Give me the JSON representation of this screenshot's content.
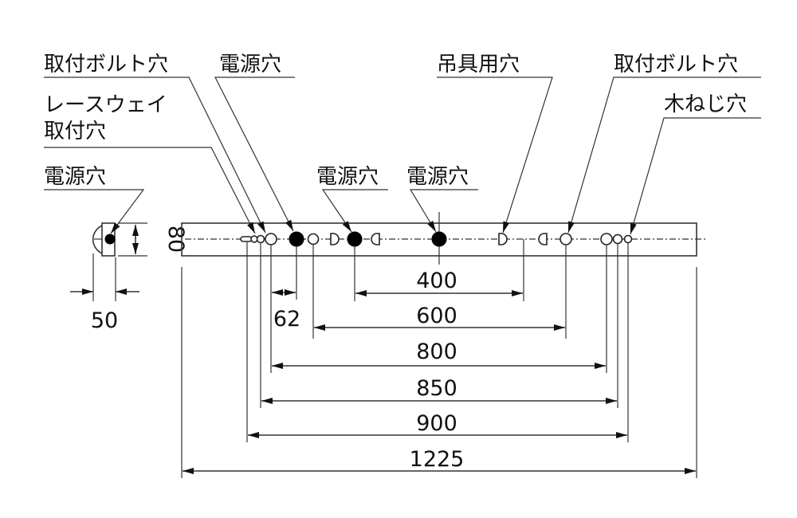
{
  "labels": {
    "mount_bolt_hole_left": "取付ボルト穴",
    "raceway_line1": "レースウェイ",
    "raceway_line2": "取付穴",
    "power_hole_top": "電源穴",
    "power_hole_side": "電源穴",
    "power_hole_mid1": "電源穴",
    "power_hole_mid2": "電源穴",
    "hanger_hole": "吊具用穴",
    "mount_bolt_hole_right": "取付ボルト穴",
    "wood_screw_hole": "木ねじ穴"
  },
  "dimensions": {
    "height": "80",
    "depth": "50",
    "d62": "62",
    "d400": "400",
    "d600": "600",
    "d800": "800",
    "d850": "850",
    "d900": "900",
    "d1225": "1225"
  }
}
